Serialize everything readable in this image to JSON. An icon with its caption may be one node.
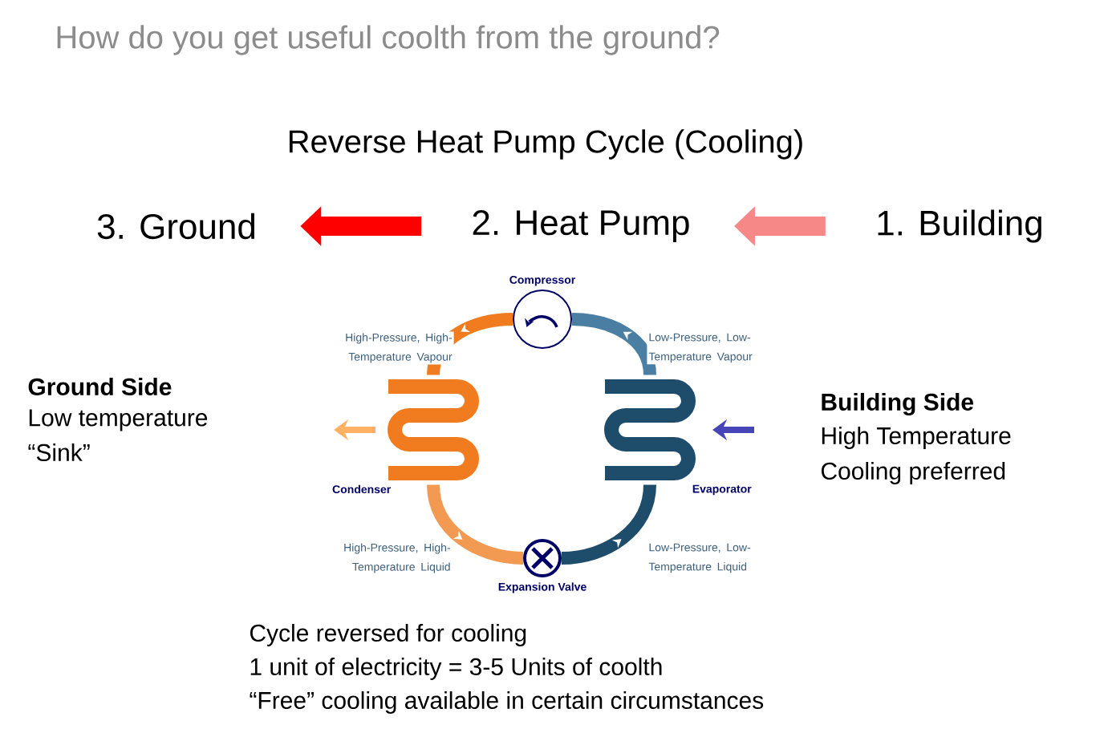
{
  "diagram": {
    "title": "How do you get useful coolth from the ground?",
    "nodes": [
      {
        "text": [
          "3. Ground"
        ]
      },
      {
        "text": [
          "2. Heat Pump"
        ]
      },
      {
        "text": [
          "1. Building"
        ]
      },
      {
        "text": [
          "Compressor"
        ]
      },
      {
        "text": [
          "Condenser"
        ]
      },
      {
        "text": [
          "Expansion Valve"
        ]
      },
      {
        "text": [
          "Evaporator"
        ]
      }
    ],
    "edges": [
      {
        "from": 2,
        "to": 1,
        "arrow": "to",
        "color": "#f78888"
      },
      {
        "from": 1,
        "to": 0,
        "arrow": "to",
        "color": "#ff0000"
      },
      {
        "from": 3,
        "to": 4,
        "arrow": "to",
        "label": "High-Pressure, High-Temperature Vapour",
        "color": "#f07c1f"
      },
      {
        "from": 4,
        "to": 5,
        "arrow": "to",
        "label": "High-Pressure, High-Temperature Liquid",
        "color": "#f29a52"
      },
      {
        "from": 5,
        "to": 6,
        "arrow": "to",
        "label": "Low-Pressure, Low-Temperature Liquid",
        "color": "#1e4d6b"
      },
      {
        "from": 6,
        "to": 3,
        "arrow": "to",
        "label": "Low-Pressure, Low-Temperature Vapour",
        "color": "#4a7fa3"
      }
    ],
    "labels": [
      "Reverse Heat Pump Cycle (Cooling)",
      "Ground Side",
      "Low temperature",
      "“Sink”",
      "Building Side",
      "High Temperature",
      "Cooling preferred",
      "Cycle reversed for cooling",
      "1 unit of electricity = 3-5 Units of coolth",
      "“Free” cooling available in certain circumstances"
    ]
  }
}
